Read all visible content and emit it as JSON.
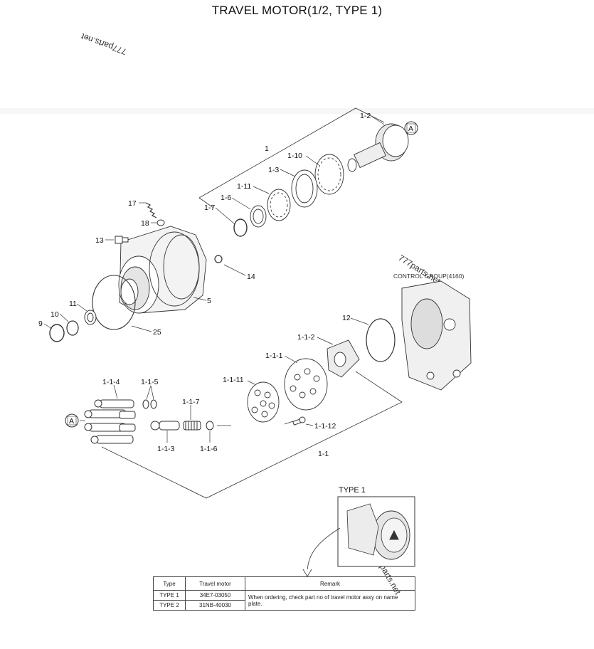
{
  "title": "TRAVEL MOTOR(1/2, TYPE 1)",
  "watermarks": [
    "777parts.net",
    "777parts.net",
    "777parts.net"
  ],
  "control_group_label": "CONTROL GROUP(4160)",
  "callouts": {
    "p1": "1",
    "p1_2": "1-2",
    "p1_10": "1-10",
    "p1_3": "1-3",
    "p1_11": "1-11",
    "p1_6": "1-6",
    "p1_7": "1-7",
    "p17": "17",
    "p18": "18",
    "p13": "13",
    "p14": "14",
    "p5": "5",
    "p11": "11",
    "p10": "10",
    "p9": "9",
    "p25": "25",
    "p12": "12",
    "p1_1_2": "1-1-2",
    "p1_1_1": "1-1-1",
    "p1_1_11": "1-1-11",
    "p1_1_4": "1-1-4",
    "p1_1_5": "1-1-5",
    "p1_1_7": "1-1-7",
    "p1_1_12": "1-1-12",
    "p1_1_3": "1-1-3",
    "p1_1_6": "1-1-6",
    "p1_1": "1-1",
    "refA1": "A",
    "refA2": "A"
  },
  "inset": {
    "label": "TYPE 1"
  },
  "table": {
    "headers": [
      "Type",
      "Travel motor",
      "Remark"
    ],
    "rows": [
      {
        "type": "TYPE 1",
        "motor": "34E7-03050"
      },
      {
        "type": "TYPE 2",
        "motor": "31NB-40030"
      }
    ],
    "remark": "When ordering, check part no of travel motor assy on name plate."
  }
}
